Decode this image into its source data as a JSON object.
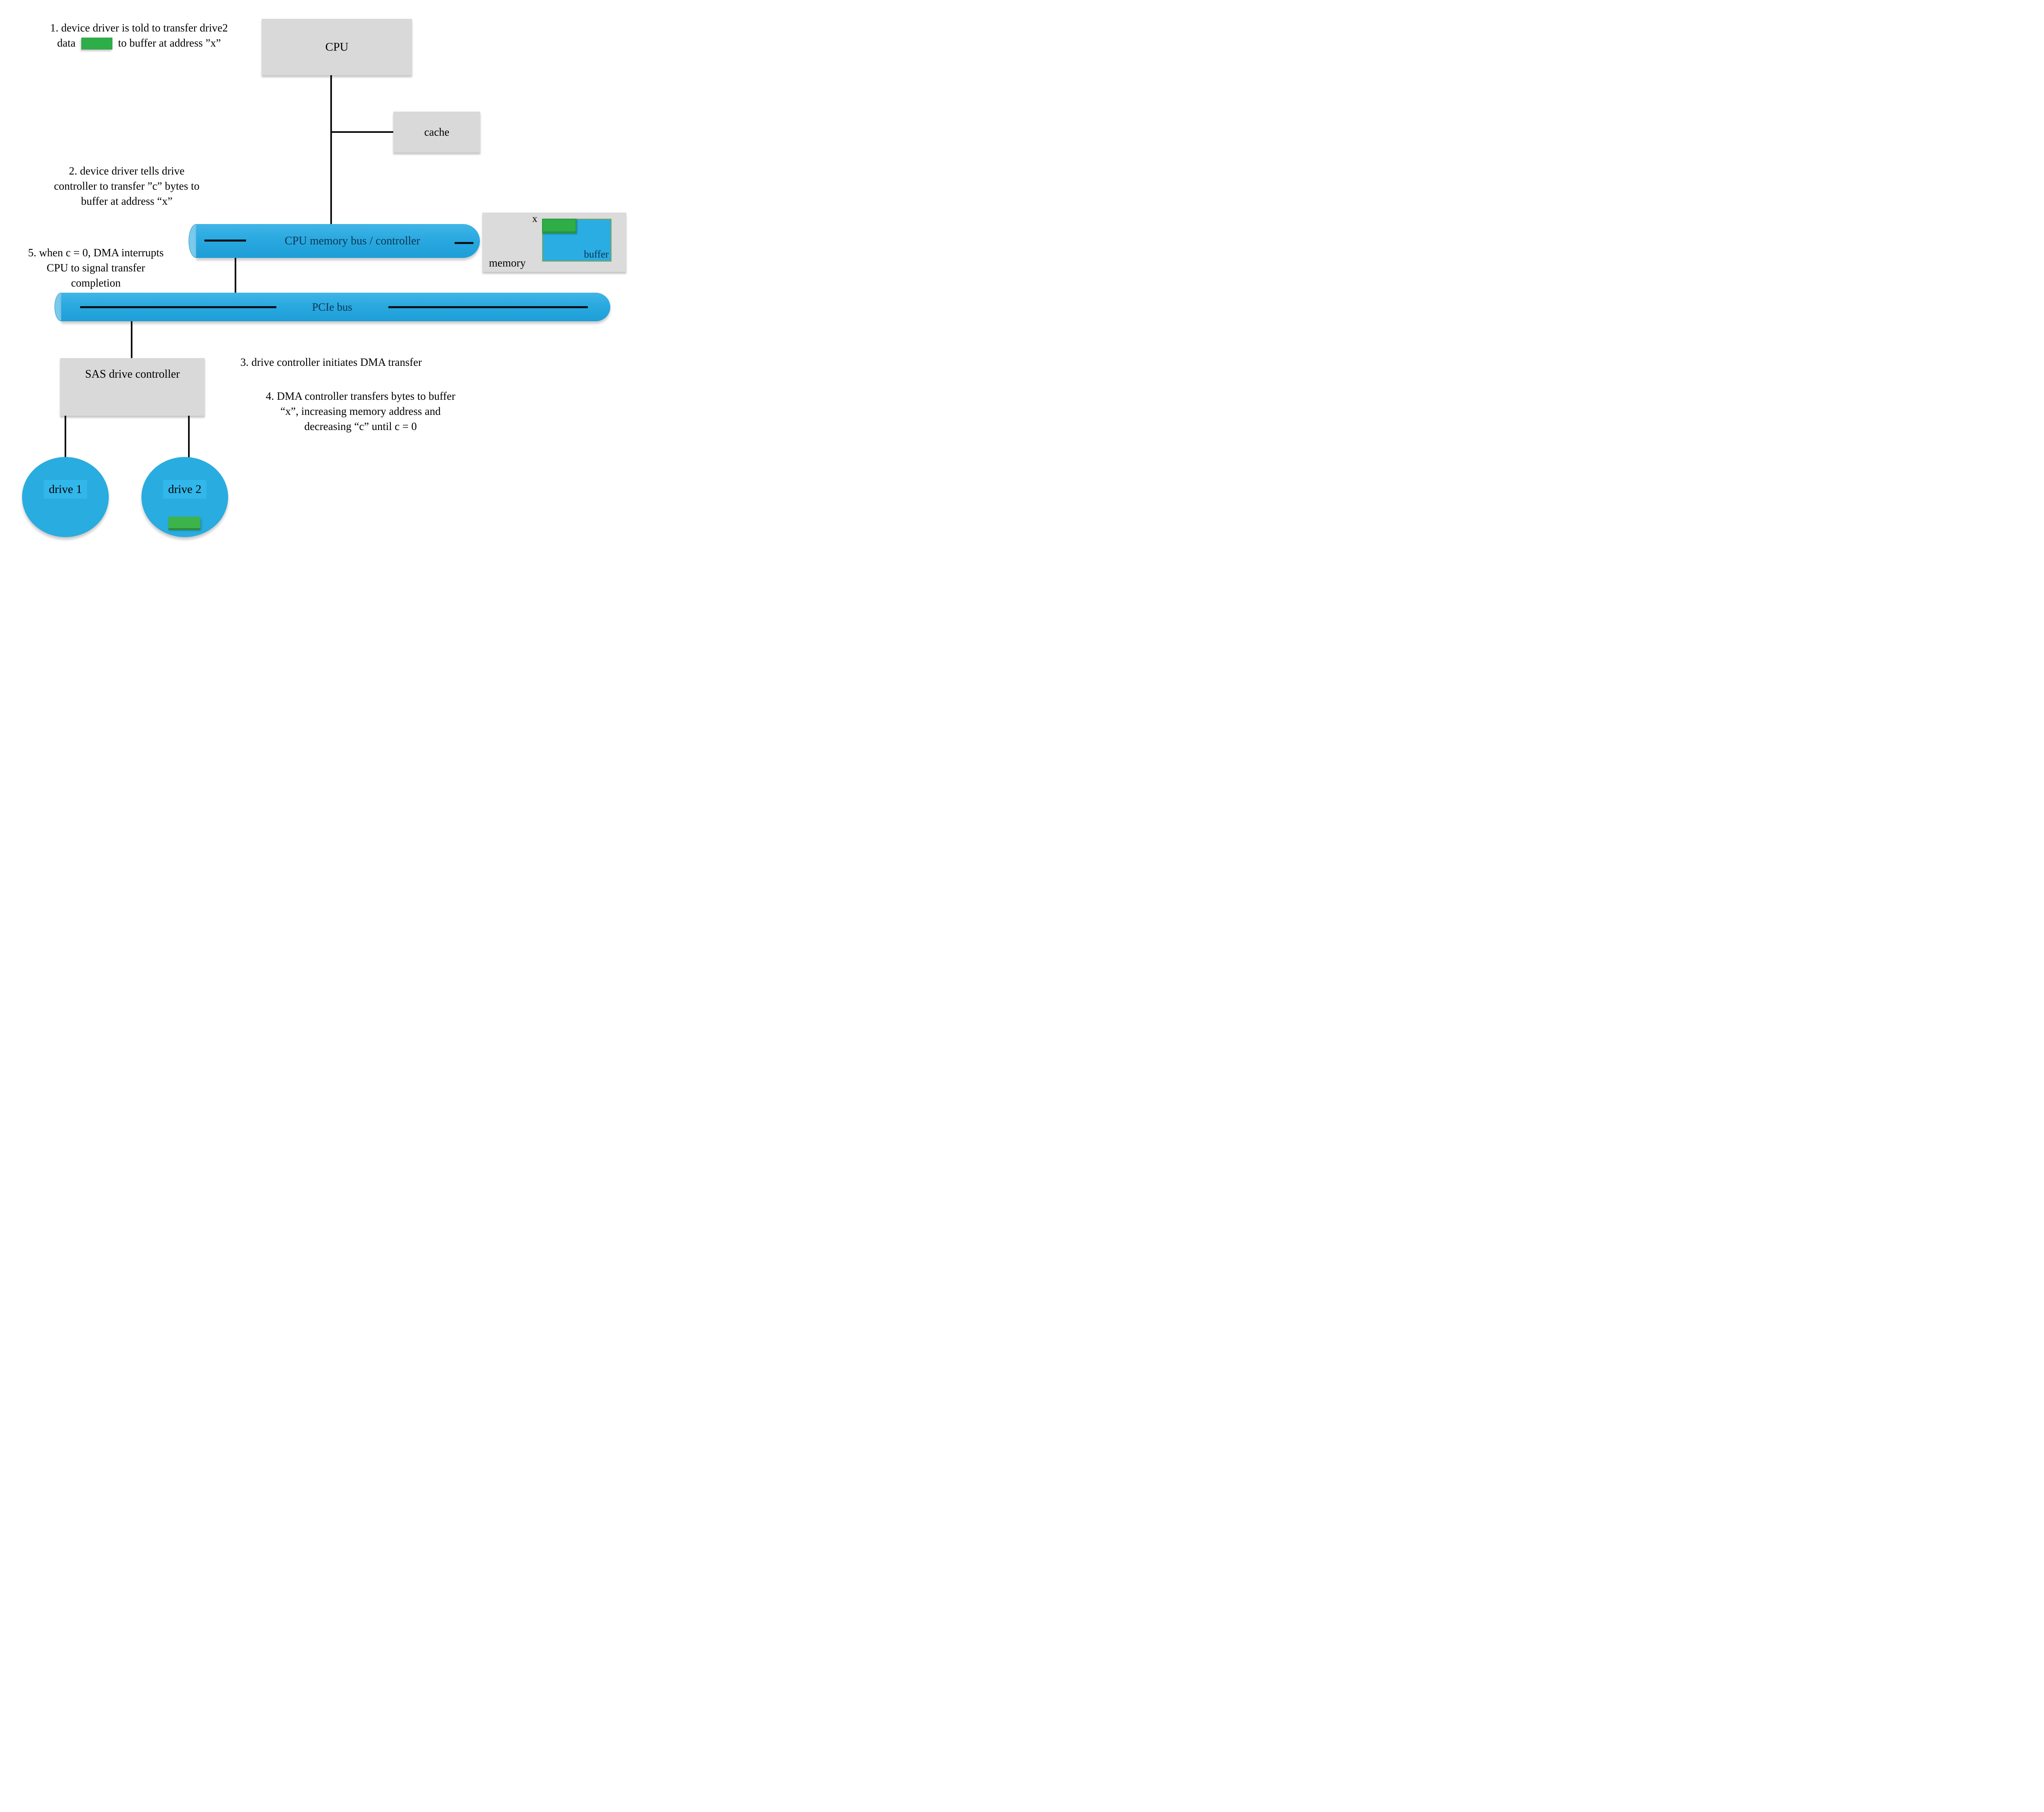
{
  "annotations": {
    "step1": {
      "line1": "1. device driver is told to transfer drive2",
      "line2_prefix": "data",
      "line2_suffix": "to buffer at address ”x”"
    },
    "step2": {
      "lines": [
        "2. device driver tells drive",
        "controller to transfer ”c” bytes to",
        "buffer at address “x”"
      ]
    },
    "step3": {
      "text": "3. drive controller initiates DMA transfer"
    },
    "step4": {
      "lines": [
        "4. DMA controller transfers bytes to buffer",
        "“x”, increasing memory address and",
        "decreasing “c” until c = 0"
      ]
    },
    "step5": {
      "lines": [
        "5. when c = 0, DMA interrupts",
        "CPU to signal transfer",
        "completion"
      ]
    }
  },
  "nodes": {
    "cpu": "CPU",
    "cache": "cache",
    "memory_bus": "CPU memory bus / controller",
    "pcie_bus": "PCIe bus",
    "memory": "memory",
    "buffer": "buffer",
    "address_label": "x",
    "sas_controller": "SAS drive controller",
    "drive1": "drive 1",
    "drive2": "drive 2"
  },
  "icons": {
    "data_block": "green-data-block"
  },
  "colors": {
    "bus_blue": "#29A9E0",
    "bus_cap_blue": "#79CBEE",
    "node_gray": "#D9D9D9",
    "memory_gray": "#DBDBDB",
    "buffer_blue": "#29ADE3",
    "data_green": "#2FAD47",
    "drive_green": "#3CB44A",
    "drive_blue": "#29ACDF",
    "drive_label_blue": "#31B7EA",
    "label_navy": "#0E3552",
    "line_black": "#0B0B0B"
  }
}
